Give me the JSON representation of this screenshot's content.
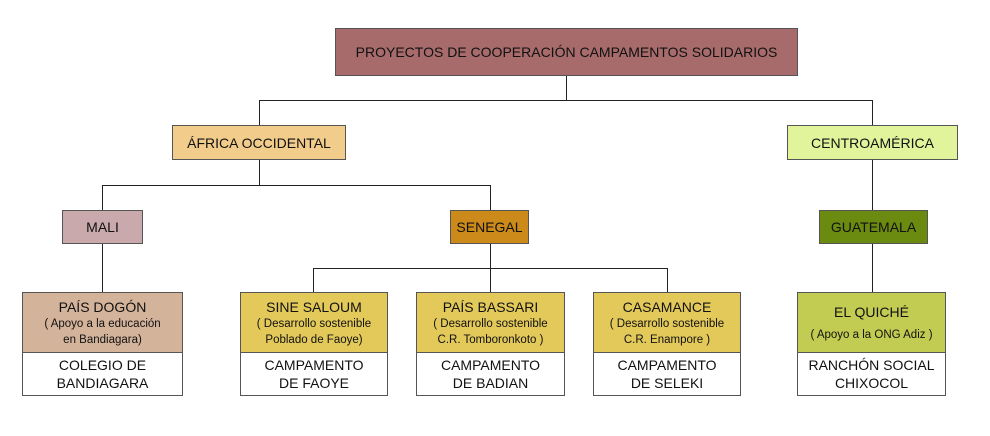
{
  "root": {
    "label": "PROYECTOS DE COOPERACIÓN CAMPAMENTOS SOLIDARIOS",
    "color": "#a86b6b"
  },
  "regions": [
    {
      "label": "ÁFRICA OCCIDENTAL",
      "color": "#f2cc8a"
    },
    {
      "label": "CENTROAMÉRICA",
      "color": "#e1f49b"
    }
  ],
  "countries": [
    {
      "label": "MALI",
      "color": "#c9a9ab"
    },
    {
      "label": "SENEGAL",
      "color": "#cc8a1a"
    },
    {
      "label": "GUATEMALA",
      "color": "#6b8a10"
    }
  ],
  "projects": [
    {
      "title": "PAÍS DOGÓN",
      "desc1": "( Apoyo a la educación",
      "desc2": "en Bandiagara)",
      "camp1": "COLEGIO DE",
      "camp2": "BANDIAGARA",
      "color": "#d4b39b"
    },
    {
      "title": "SINE SALOUM",
      "desc1": "( Desarrollo sostenible",
      "desc2": "Poblado de Faoye)",
      "camp1": "CAMPAMENTO",
      "camp2": "DE FAOYE",
      "color": "#e3c95a"
    },
    {
      "title": "PAÍS BASSARI",
      "desc1": "( Desarrollo sostenible",
      "desc2": "C.R. Tomboronkoto )",
      "camp1": "CAMPAMENTO",
      "camp2": "DE BADIAN",
      "color": "#e3c95a"
    },
    {
      "title": "CASAMANCE",
      "desc1": "( Desarrollo sostenible",
      "desc2": "C.R. Enampore )",
      "camp1": "CAMPAMENTO",
      "camp2": "DE SELEKI",
      "color": "#e3c95a"
    },
    {
      "title": "EL QUICHÉ",
      "desc1": "( Apoyo a la ONG Adiz )",
      "desc2": "",
      "camp1": "RANCHÓN SOCIAL",
      "camp2": "CHIXOCOL",
      "color": "#c2cc52"
    }
  ]
}
